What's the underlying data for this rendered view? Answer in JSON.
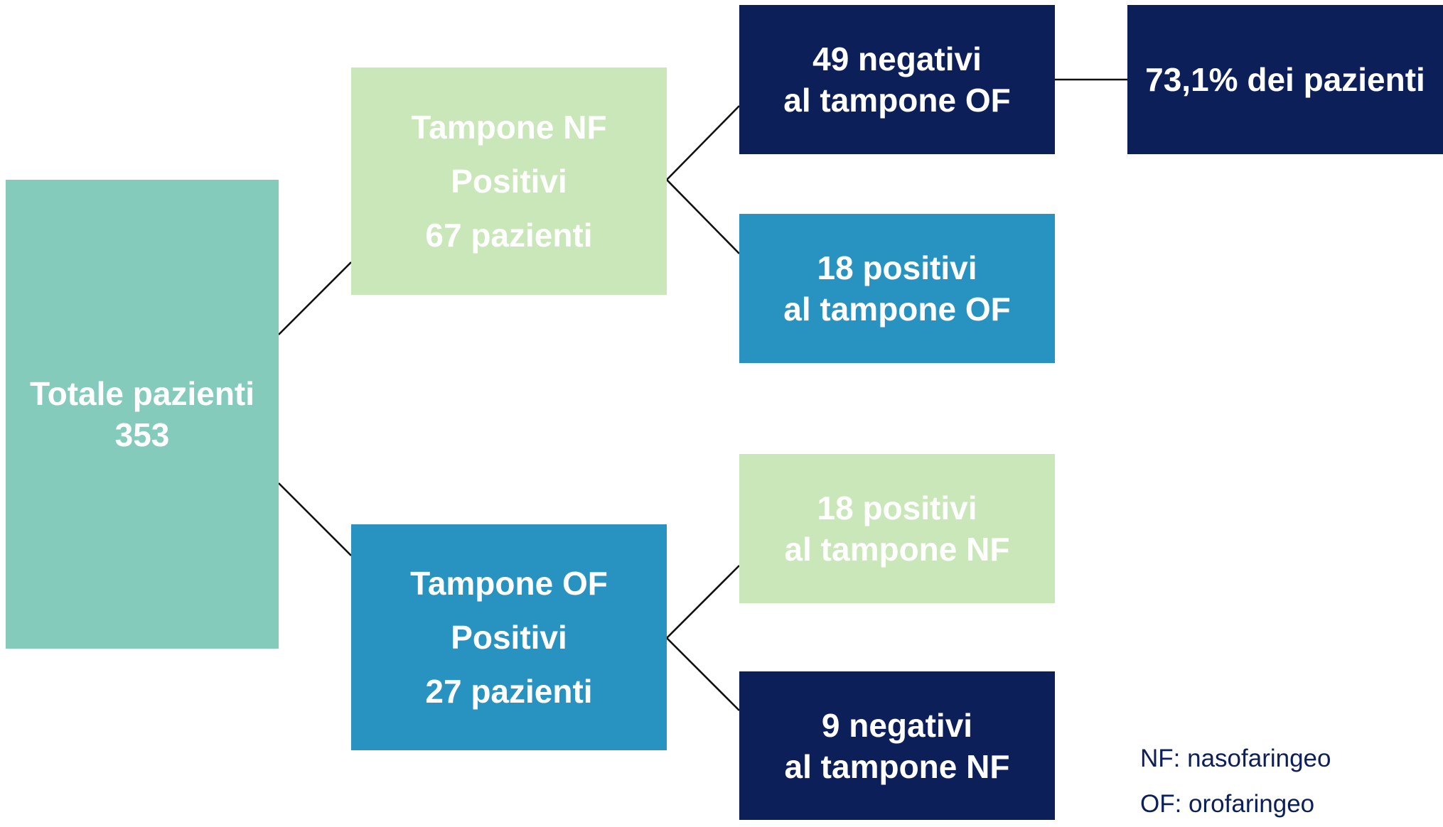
{
  "colors": {
    "teal": "#84cbbb",
    "light_green": "#c9e7b8",
    "medium_blue": "#2893c1",
    "dark_navy": "#0c1f59",
    "connector": "#111111"
  },
  "nodes": {
    "total": {
      "lines": [
        "Totale pazienti",
        "353"
      ]
    },
    "nf_positive": {
      "lines": [
        "Tampone NF",
        "Positivi",
        "67 pazienti"
      ]
    },
    "of_positive": {
      "lines": [
        "Tampone OF",
        "Positivi",
        "27 pazienti"
      ]
    },
    "nf_neg_of": {
      "lines": [
        "49 negativi",
        "al tampone OF"
      ]
    },
    "nf_pos_of": {
      "lines": [
        "18 positivi",
        "al tampone OF"
      ]
    },
    "of_pos_nf": {
      "lines": [
        "18 positivi",
        "al tampone NF"
      ]
    },
    "of_neg_nf": {
      "lines": [
        "9 negativi",
        "al tampone NF"
      ]
    },
    "percentage": {
      "lines": [
        "73,1% dei pazienti"
      ]
    }
  },
  "legend": [
    "NF: nasofaringeo",
    "OF: orofaringeo"
  ]
}
